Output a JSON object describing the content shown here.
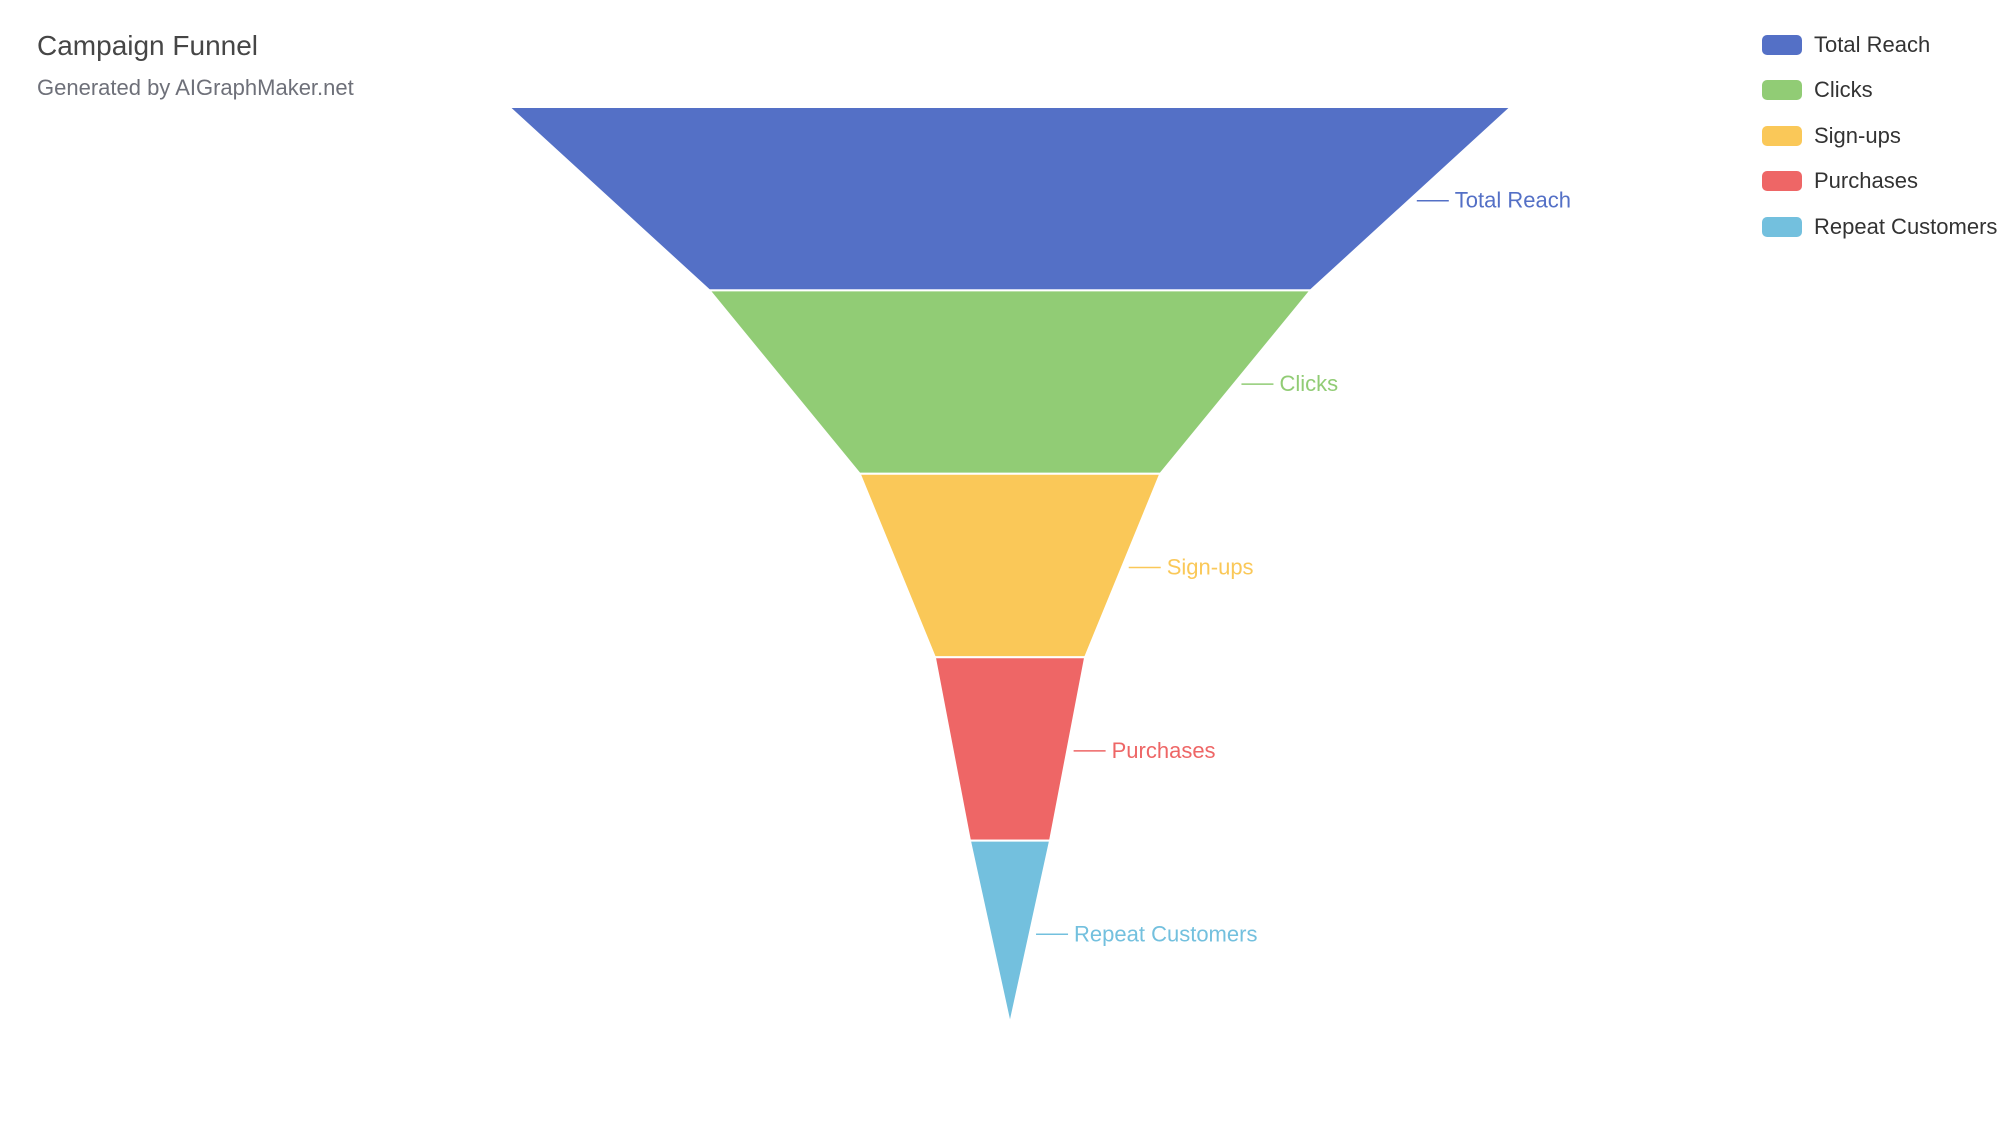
{
  "chart_data": {
    "type": "funnel",
    "title": "Campaign Funnel",
    "subtitle": "Generated by AIGraphMaker.net",
    "categories": [
      "Total Reach",
      "Clicks",
      "Sign-ups",
      "Purchases",
      "Repeat Customers"
    ],
    "values": [
      10000,
      6000,
      3000,
      1500,
      800
    ],
    "colors": [
      "#5470c6",
      "#91cc75",
      "#fac858",
      "#ee6666",
      "#73c0de"
    ],
    "legend_position": "top-right",
    "sort": "descending"
  }
}
